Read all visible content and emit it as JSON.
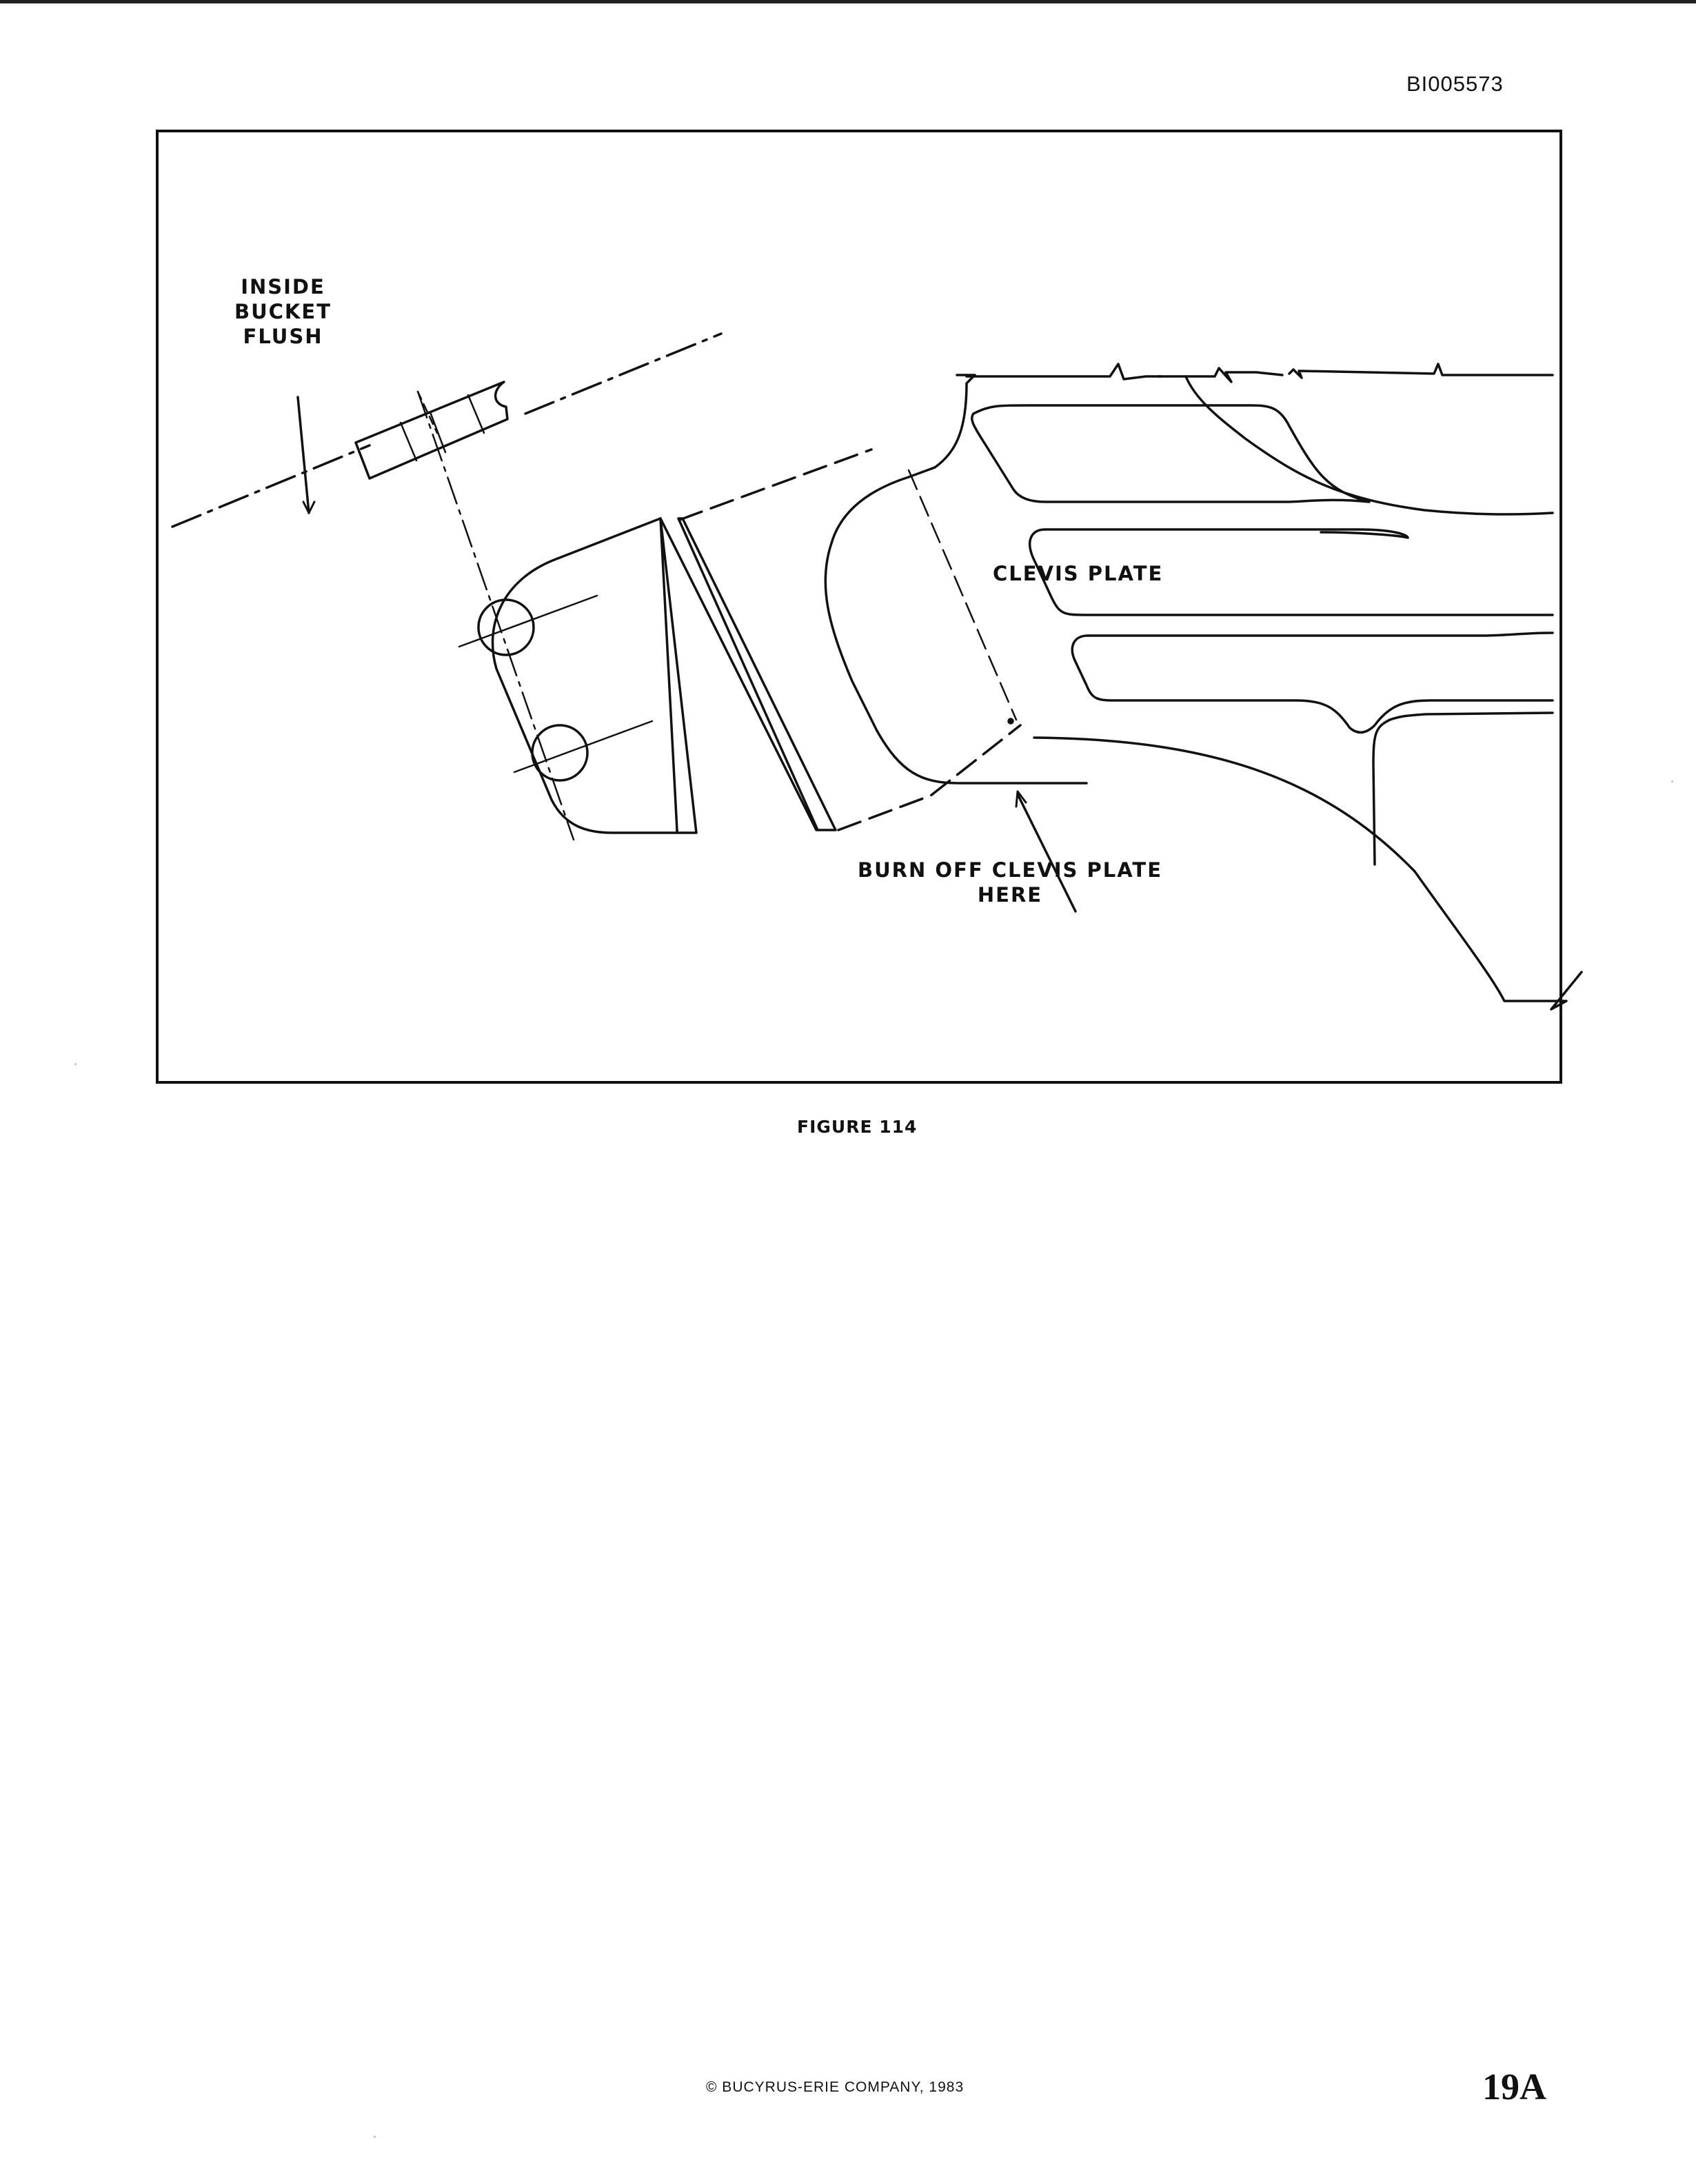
{
  "header": {
    "document_id": "BI005573"
  },
  "figure": {
    "labels": {
      "inside_bucket_flush": [
        "INSIDE",
        "BUCKET",
        "FLUSH"
      ],
      "clevis_plate": "CLEVIS PLATE",
      "burn_off": [
        "BURN OFF CLEVIS PLATE",
        "HERE"
      ]
    },
    "caption": "FIGURE 114"
  },
  "footer": {
    "copyright": "© BUCYRUS-ERIE COMPANY, 1983",
    "page_number": "19A"
  }
}
